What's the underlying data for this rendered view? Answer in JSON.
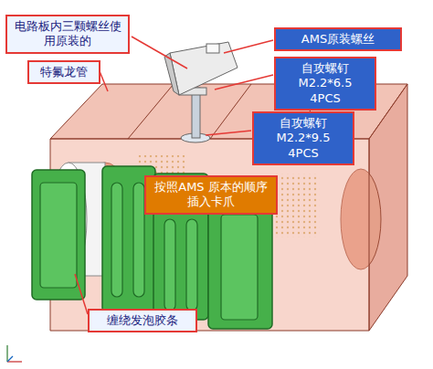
{
  "diagram": {
    "nodes": [
      {
        "text": [
          "电路板内三颗螺丝使用原装的"
        ]
      },
      {
        "text": [
          "特氟龙管"
        ]
      },
      {
        "text": [
          "AMS原装螺丝"
        ]
      },
      {
        "text": [
          "自攻螺钉 M2.2*6.5 4PCS"
        ]
      },
      {
        "text": [
          "自攻螺钉 M2.2*9.5 4PCS"
        ]
      },
      {
        "text": [
          "按照AMS 原本的顺序 插入卡爪"
        ]
      },
      {
        "text": [
          "缠绕发泡胶条"
        ]
      }
    ]
  }
}
